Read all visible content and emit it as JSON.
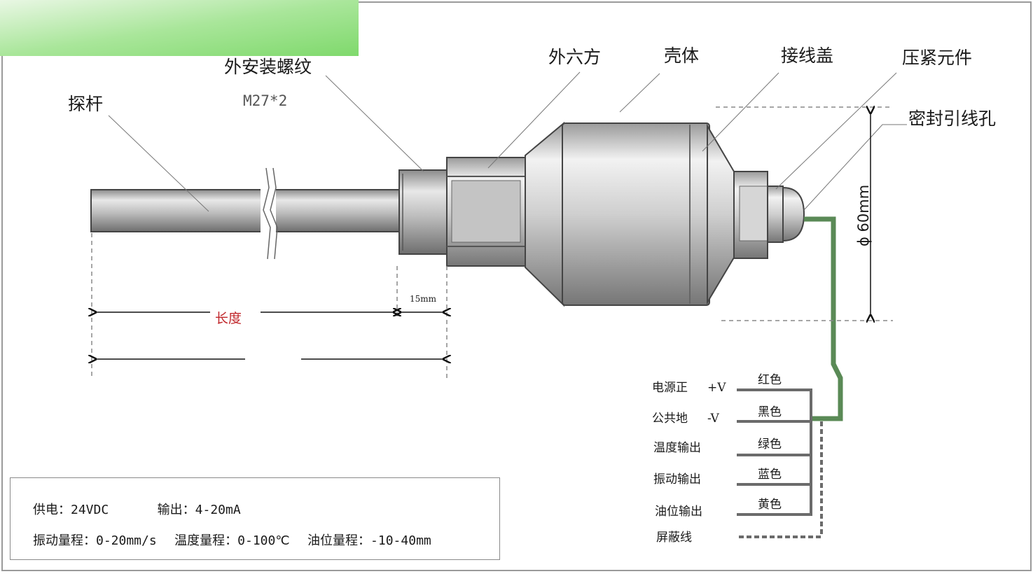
{
  "labels": {
    "probe": "探杆",
    "thread": "外安装螺纹",
    "thread_spec": "M27*2",
    "hex": "外六方",
    "housing": "壳体",
    "junction_cover": "接线盖",
    "compression": "压紧元件",
    "seal_hole": "密封引线孔",
    "length": "长度",
    "dim_15": "15mm",
    "diameter": "ϕ 60mm"
  },
  "wiring": [
    {
      "function": "电源正",
      "polarity": "+V",
      "color": "红色"
    },
    {
      "function": "公共地",
      "polarity": "-V",
      "color": "黑色"
    },
    {
      "function": "温度输出",
      "polarity": "",
      "color": "绿色"
    },
    {
      "function": "振动输出",
      "polarity": "",
      "color": "蓝色"
    },
    {
      "function": "油位输出",
      "polarity": "",
      "color": "黄色"
    }
  ],
  "shield": "屏蔽线",
  "specs": {
    "line1": {
      "supply_label": "供电：",
      "supply": "24VDC",
      "output_label": "输出：",
      "output": "4-20mA"
    },
    "line2": {
      "vib_label": "振动量程：",
      "vib": "0-20mm/s",
      "temp_label": "温度量程：",
      "temp": "0-100℃",
      "oil_label": "油位量程：",
      "oil": "-10-40mm"
    }
  },
  "colors": {
    "cable": "#5a8a56",
    "wire": "#6b6b6b",
    "length_label": "#c0262a",
    "banner": "#8fe07f"
  }
}
